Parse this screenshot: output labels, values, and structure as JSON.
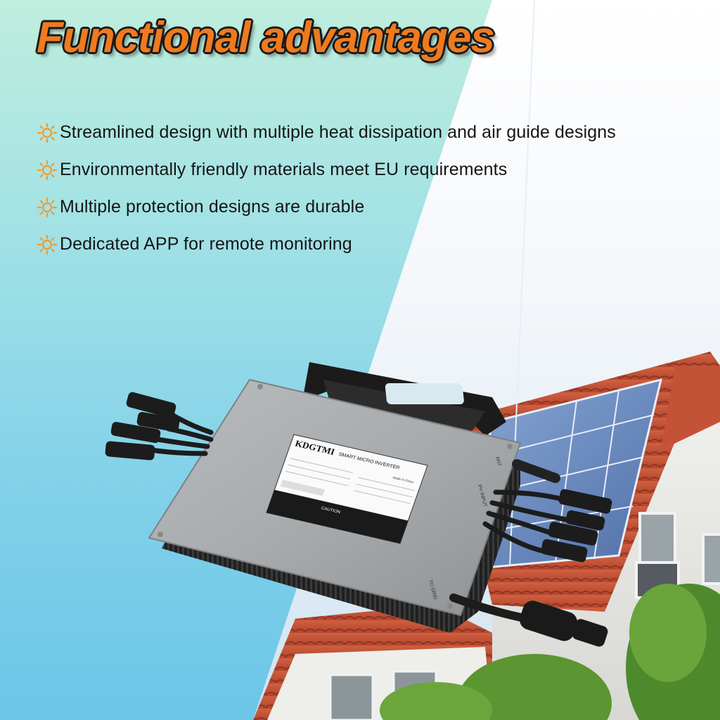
{
  "title": "Functional advantages",
  "features": [
    {
      "text": "Streamlined design with multiple heat dissipation and air guide designs",
      "icon": "sun-icon"
    },
    {
      "text": "Environmentally friendly materials meet EU requirements",
      "icon": "sun-icon"
    },
    {
      "text": "Multiple protection designs are durable",
      "icon": "sun-icon"
    },
    {
      "text": "Dedicated APP for remote monitoring",
      "icon": "sun-icon"
    }
  ],
  "product": {
    "brand": "KDGTMI",
    "model": "SMART MICRO INVERTER",
    "label_caution": "CAUTION",
    "label_made_in": "Made In China",
    "port_ant": "ANT",
    "port_pv_input": "PV INPUT",
    "port_to_grid": "TO GRID"
  },
  "colors": {
    "accent": "#f07a1e",
    "icon_sun": "#f39a2a",
    "text": "#151515",
    "bg_left": "#8fd8e8",
    "roof": "#c9563a",
    "panel": "#6b8fc4"
  }
}
